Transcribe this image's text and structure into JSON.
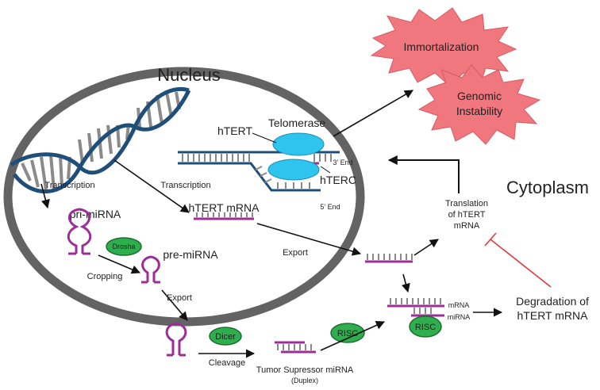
{
  "labels": {
    "nucleus": "Nucleus",
    "cytoplasm": "Cytoplasm",
    "immortalization": "Immortalization",
    "genomic_instability_1": "Genomic",
    "genomic_instability_2": "Instability",
    "telomerase": "Telomerase",
    "htert": "hTERT",
    "hterc": "hTERC",
    "three_end": "3’ End",
    "five_end": "5’ End",
    "transcription_left": "Transcription",
    "transcription_right": "Transcription",
    "htert_mrna": "hTERT mRNA",
    "pri_mirna": "pri-miRNA",
    "drosha": "Drosha",
    "pre_mirna": "pre-miRNA",
    "cropping": "Cropping",
    "export_nucleus": "Export",
    "export_mirna": "Export",
    "dicer": "Dicer",
    "cleavage": "Cleavage",
    "tumor_suppressor_1": "Tumor Supressor miRNA",
    "tumor_suppressor_2": "(Duplex)",
    "risc_left": "RISC",
    "risc_right": "RISC",
    "mrna_tag": "mRNA",
    "mirna_tag": "miRNA",
    "translation_1": "Translation",
    "translation_2": "of hTERT",
    "translation_3": "mRNA",
    "degradation_1": "Degradation of",
    "degradation_2": "hTERT mRNA"
  },
  "colors": {
    "nucleus_border": "#636363",
    "dna_strand": "#1f4f78",
    "dna_rung": "#8a8a8a",
    "telomerase": "#2ec4ee",
    "mirna_hairpin": "#9b2f97",
    "enzyme": "#2fae4e",
    "burst": "#f0777e",
    "inhibit_line": "#e03a3a"
  },
  "icons": [
    "starburst-icon",
    "dna-helix-icon",
    "hairpin-icon",
    "mrna-strand-icon",
    "enzyme-oval-icon",
    "arrow-icon",
    "inhibition-bar-icon"
  ]
}
